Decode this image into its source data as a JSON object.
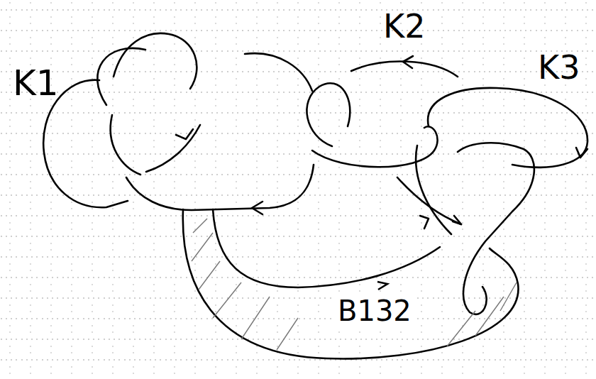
{
  "diagram": {
    "nodes": [
      {
        "text": [
          "B132"
        ]
      }
    ],
    "labels": [
      "K1",
      "K2",
      "K3"
    ]
  }
}
